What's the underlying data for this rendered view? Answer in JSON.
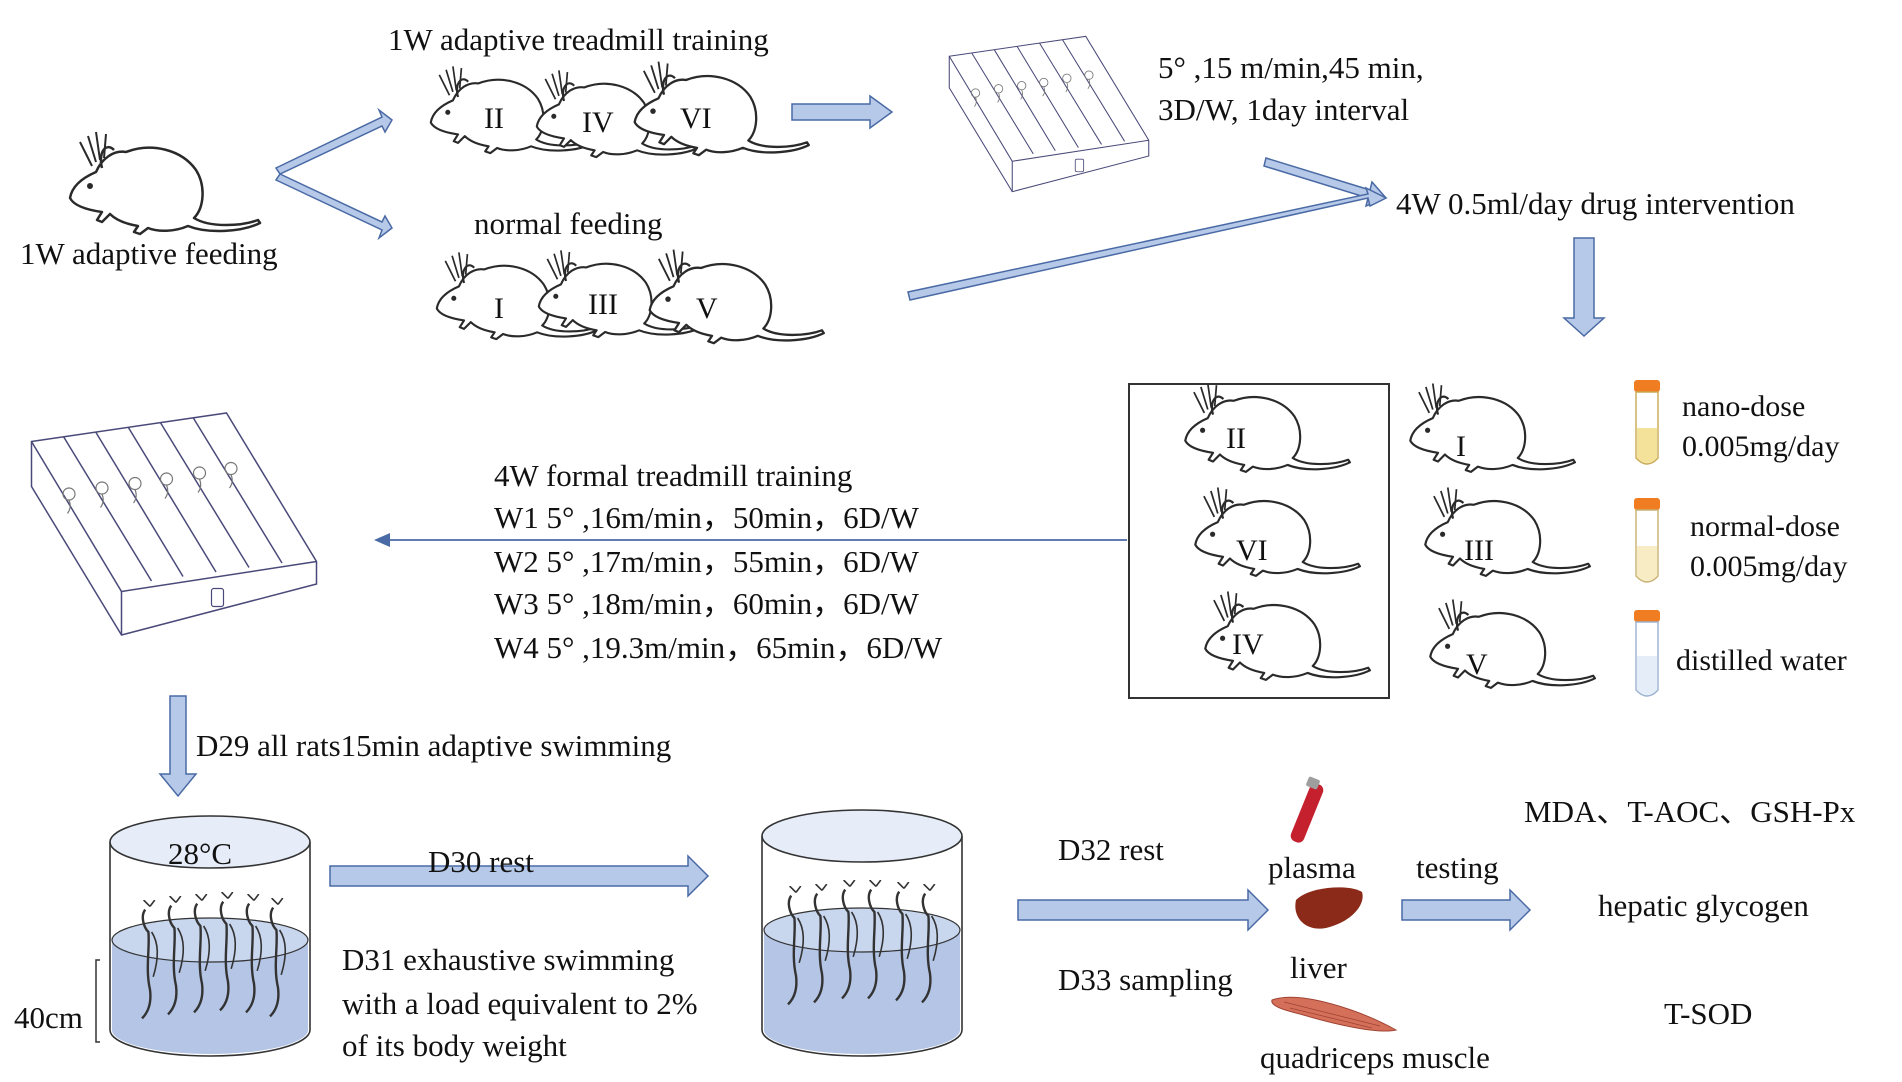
{
  "stage1": {
    "adaptive_feeding": "1W adaptive feeding",
    "adaptive_training": "1W adaptive treadmill training",
    "normal_feeding": "normal feeding",
    "treadmill_params_line1": "5°  ,15 m/min,45 min,",
    "treadmill_params_line2": "3D/W, 1day interval",
    "drug_intervention": "4W 0.5ml/day drug intervention"
  },
  "groups": {
    "training": [
      "II",
      "IV",
      "VI"
    ],
    "feeding": [
      "I",
      "III",
      "V"
    ],
    "box_left": [
      "II",
      "VI",
      "IV"
    ],
    "box_right": [
      "I",
      "III",
      "V"
    ]
  },
  "doses": [
    {
      "line1": "nano-dose",
      "line2": "0.005mg/day",
      "tube_color": "#f5e29a"
    },
    {
      "line1": "normal-dose",
      "line2": "0.005mg/day",
      "tube_color": "#f8ecc4"
    },
    {
      "line1": "distilled water",
      "line2": "",
      "tube_color": "#e4edf8"
    }
  ],
  "formal_training": {
    "title": "4W formal treadmill training",
    "weeks": [
      "W1 5°  ,16m/min，50min，6D/W",
      "W2 5°  ,17m/min，55min，6D/W",
      "W3 5°  ,18m/min，60min，6D/W",
      "W4 5°  ,19.3m/min，65min，6D/W"
    ]
  },
  "swimming": {
    "adaptive": "D29 all rats15min adaptive swimming",
    "temperature": "28°C",
    "depth": "40cm",
    "rest_d30": "D30 rest",
    "exhaustive_lines": [
      "D31 exhaustive swimming",
      "with a load equivalent to 2%",
      "of its body weight"
    ],
    "rest_d32": "D32 rest",
    "sampling": "D33 sampling"
  },
  "samples": {
    "plasma": "plasma",
    "liver": "liver",
    "muscle": "quadriceps muscle",
    "testing": "testing"
  },
  "results": {
    "markers": "MDA、T-AOC、GSH-Px",
    "glycogen": "hepatic glycogen",
    "tsod": "T-SOD"
  },
  "colors": {
    "arrow_fill": "#b7c9e8",
    "arrow_stroke": "#4a6aa5",
    "water": "#b4c5e6",
    "blood": "#c5202e",
    "liver": "#8c2a1a",
    "muscle": "#d4705a",
    "tube_cap": "#f07d22"
  }
}
